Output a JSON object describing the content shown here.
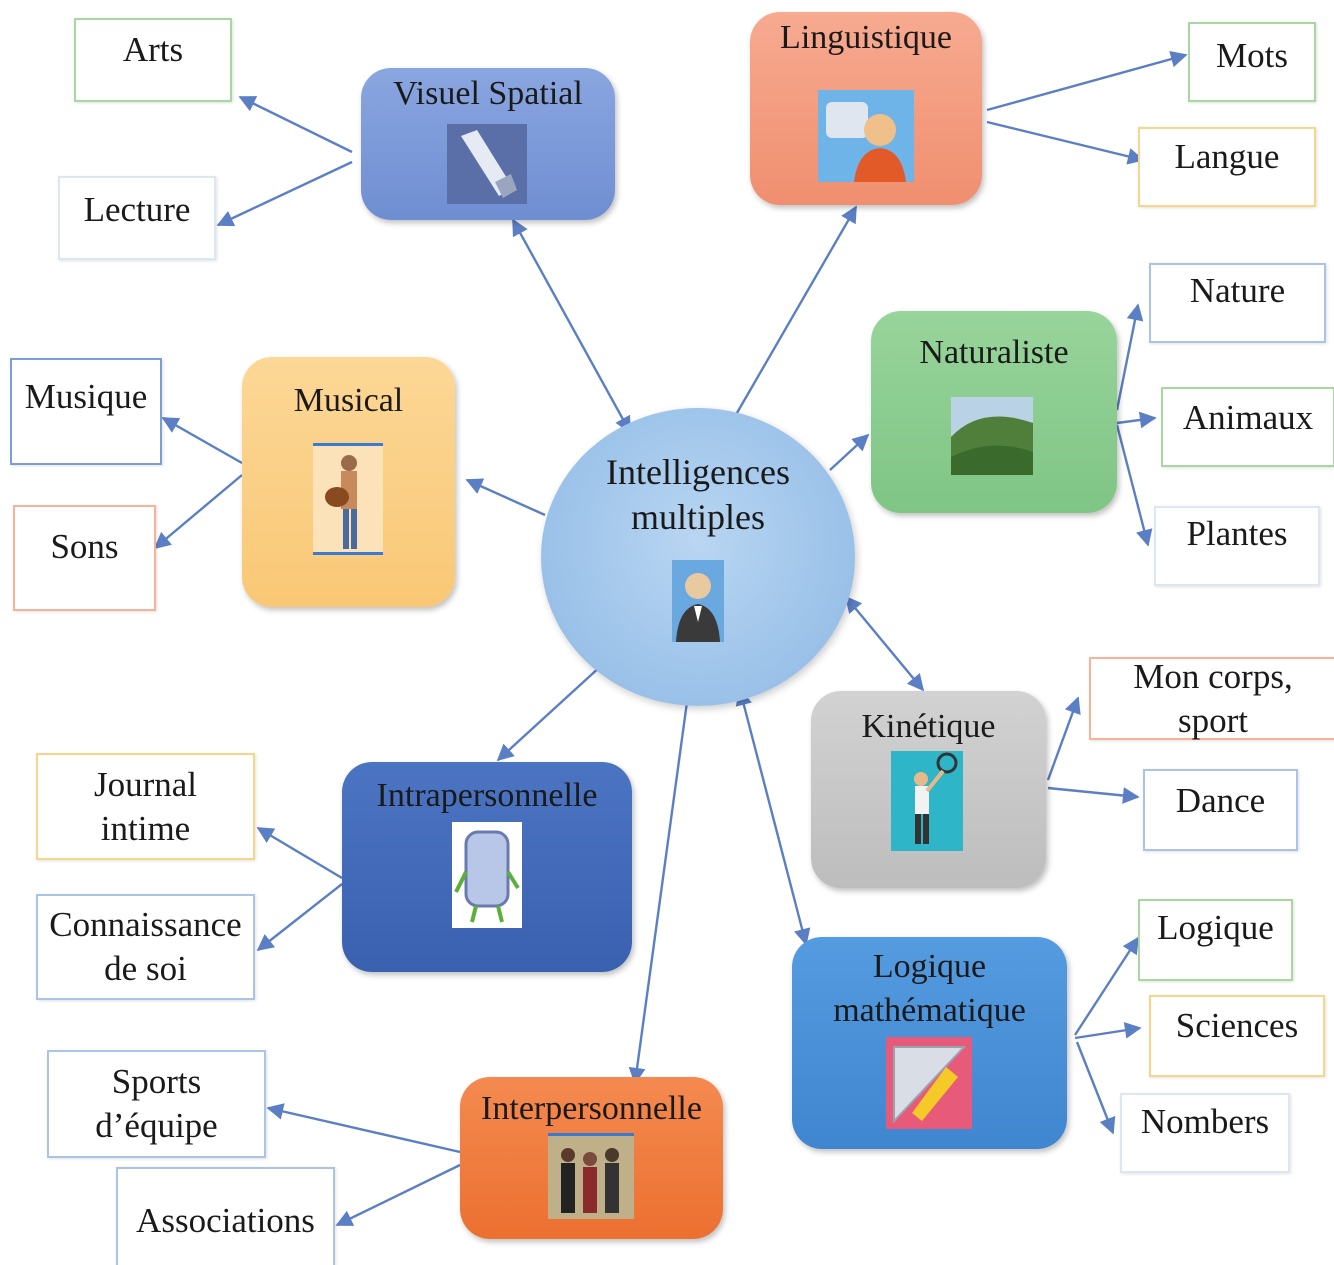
{
  "center": {
    "label": "Intelligences\nmultiples",
    "icon": "businessman-icon"
  },
  "categories": {
    "visuel": {
      "label": "Visuel Spatial",
      "color": "#7b98d8",
      "icon": "telescope-icon"
    },
    "linguistique": {
      "label": "Linguistique",
      "color": "#f49a7e",
      "icon": "speaking-person-icon"
    },
    "naturaliste": {
      "label": "Naturaliste",
      "color": "#86c98c",
      "icon": "landscape-icon"
    },
    "musical": {
      "label": "Musical",
      "color": "#fbd088",
      "icon": "guitarist-icon"
    },
    "kinetique": {
      "label": "Kinétique",
      "color": "#c8c8c8",
      "icon": "tennis-player-icon"
    },
    "intrapersonnelle": {
      "label": "Intrapersonnelle",
      "color": "#4169b8",
      "icon": "mirror-character-icon"
    },
    "logique": {
      "label": "Logique\nmathématique",
      "color": "#4a8fd6",
      "icon": "ruler-pencil-icon"
    },
    "interpersonnelle": {
      "label": "Interpersonnelle",
      "color": "#f07b3d",
      "icon": "group-people-icon"
    }
  },
  "leaves": {
    "arts": "Arts",
    "lecture": "Lecture",
    "mots": "Mots",
    "langue": "Langue",
    "nature": "Nature",
    "animaux": "Animaux",
    "plantes": "Plantes",
    "musique": "Musique",
    "sons": "Sons",
    "corps": "Mon corps,\nsport",
    "dance": "Dance",
    "journal": "Journal\nintime",
    "connaissance": "Connaissance\nde soi",
    "logique": "Logique",
    "sciences": "Sciences",
    "nombers": "Nombers",
    "sports": "Sports\nd’équipe",
    "associations": "Associations"
  },
  "colors": {
    "arrow": "#5b7fc4",
    "leaf_green": "#a6d8a0",
    "leaf_blue": "#a9c4e6",
    "leaf_orange": "#f5b39a",
    "leaf_yellow": "#f7d58a"
  }
}
